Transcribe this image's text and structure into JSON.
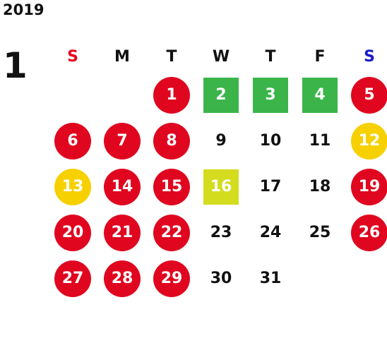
{
  "year": "2019",
  "month": "1",
  "weekdays": [
    "S",
    "M",
    "T",
    "W",
    "T",
    "F",
    "S"
  ],
  "colors": {
    "holiday_red": "#e0061f",
    "special_yellow": "#f7d000",
    "green": "#3bb54a",
    "lime": "#d4dc1e",
    "sunday_text": "#e8001c",
    "saturday_text": "#1a1acc"
  },
  "days": [
    {
      "label": "",
      "style": "empty"
    },
    {
      "label": "",
      "style": "empty"
    },
    {
      "label": "1",
      "style": "red"
    },
    {
      "label": "2",
      "style": "green"
    },
    {
      "label": "3",
      "style": "green"
    },
    {
      "label": "4",
      "style": "green"
    },
    {
      "label": "5",
      "style": "red"
    },
    {
      "label": "6",
      "style": "red"
    },
    {
      "label": "7",
      "style": "red"
    },
    {
      "label": "8",
      "style": "red"
    },
    {
      "label": "9",
      "style": "plain"
    },
    {
      "label": "10",
      "style": "plain"
    },
    {
      "label": "11",
      "style": "plain"
    },
    {
      "label": "12",
      "style": "yellow"
    },
    {
      "label": "13",
      "style": "yellow"
    },
    {
      "label": "14",
      "style": "red"
    },
    {
      "label": "15",
      "style": "red"
    },
    {
      "label": "16",
      "style": "lime"
    },
    {
      "label": "17",
      "style": "plain"
    },
    {
      "label": "18",
      "style": "plain"
    },
    {
      "label": "19",
      "style": "red"
    },
    {
      "label": "20",
      "style": "red"
    },
    {
      "label": "21",
      "style": "red"
    },
    {
      "label": "22",
      "style": "red"
    },
    {
      "label": "23",
      "style": "plain"
    },
    {
      "label": "24",
      "style": "plain"
    },
    {
      "label": "25",
      "style": "plain"
    },
    {
      "label": "26",
      "style": "red"
    },
    {
      "label": "27",
      "style": "red"
    },
    {
      "label": "28",
      "style": "red"
    },
    {
      "label": "29",
      "style": "red"
    },
    {
      "label": "30",
      "style": "plain"
    },
    {
      "label": "31",
      "style": "plain"
    }
  ]
}
